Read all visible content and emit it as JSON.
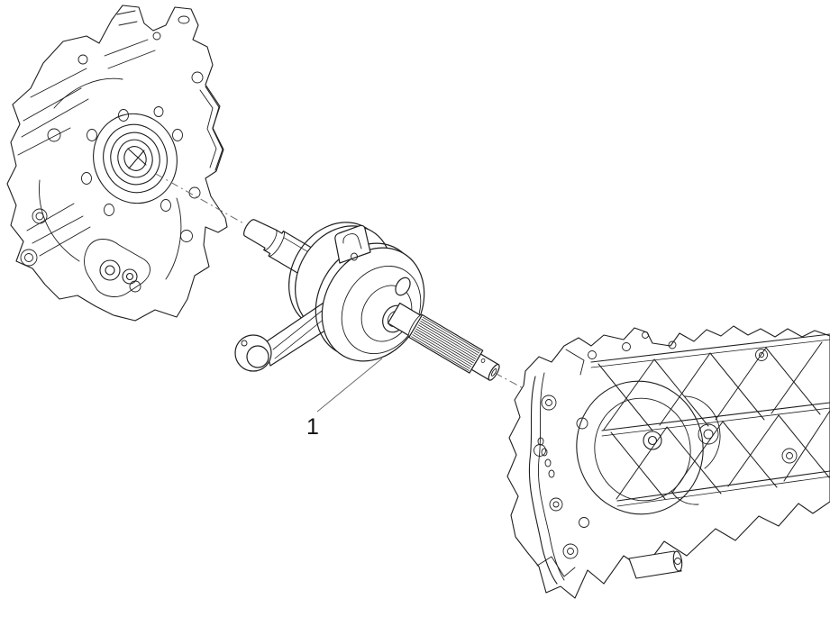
{
  "diagram": {
    "background_color": "#ffffff",
    "line_color": "#1f1f1f",
    "centerline_color": "#6b6b6b",
    "label_color": "#111111",
    "callouts": [
      {
        "label": "1"
      }
    ],
    "parts": [
      {
        "id": "crankcase-half-left"
      },
      {
        "id": "crankshaft"
      },
      {
        "id": "crankcase-half-right"
      }
    ]
  }
}
